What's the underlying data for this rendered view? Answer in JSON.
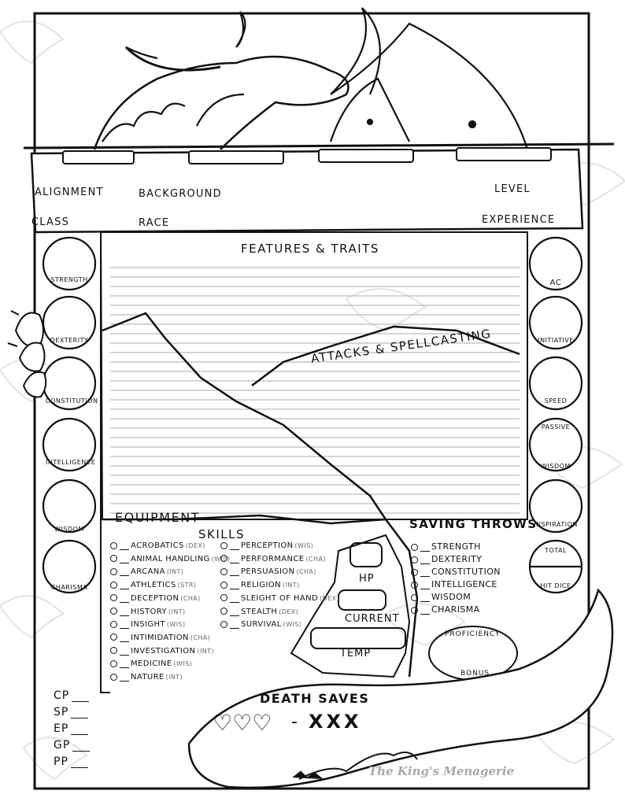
{
  "header": {
    "alignment": "ALIGNMENT",
    "background": "BACKGROUND",
    "level": "LEVEL",
    "class": "CLASS",
    "race": "RACE",
    "experience": "EXPERIENCE"
  },
  "sections": {
    "features": "FEATURES & TRAITS",
    "attacks": "ATTACKS & SPELLCASTING",
    "equipment": "EQUIPMENT",
    "skills": "SKILLS",
    "saving_throws": "SAVING THROWS",
    "death_saves": "DEATH SAVES"
  },
  "abilities": [
    "STRENGTH",
    "DEXTERITY",
    "CONSTITUTION",
    "INTELLIGENCE",
    "WISDOM",
    "CHARISMA"
  ],
  "combat": {
    "ac": "AC",
    "initiative": "INITIATIVE",
    "speed": "SPEED",
    "passive_top": "PASSIVE",
    "passive_bottom": "WISDOM",
    "inspiration": "INSPIRATION",
    "hit_dice_top": "TOTAL",
    "hit_dice_bottom": "HIT DICE"
  },
  "skills_left": [
    {
      "name": "ACROBATICS",
      "ab": "(DEX)"
    },
    {
      "name": "ANIMAL HANDLING",
      "ab": "(WIS)"
    },
    {
      "name": "ARCANA",
      "ab": "(INT)"
    },
    {
      "name": "ATHLETICS",
      "ab": "(STR)"
    },
    {
      "name": "DECEPTION",
      "ab": "(CHA)"
    },
    {
      "name": "HISTORY",
      "ab": "(INT)"
    },
    {
      "name": "INSIGHT",
      "ab": "(WIS)"
    },
    {
      "name": "INTIMIDATION",
      "ab": "(CHA)"
    },
    {
      "name": "INVESTIGATION",
      "ab": "(INT)"
    },
    {
      "name": "MEDICINE",
      "ab": "(WIS)"
    },
    {
      "name": "NATURE",
      "ab": "(INT)"
    }
  ],
  "skills_right": [
    {
      "name": "PERCEPTION",
      "ab": "(WIS)"
    },
    {
      "name": "PERFORMANCE",
      "ab": "(CHA)"
    },
    {
      "name": "PERSUASION",
      "ab": "(CHA)"
    },
    {
      "name": "RELIGION",
      "ab": "(INT)"
    },
    {
      "name": "SLEIGHT OF HAND",
      "ab": "(DEX)"
    },
    {
      "name": "STEALTH",
      "ab": "(DEX)"
    },
    {
      "name": "SURVIVAL",
      "ab": "(WIS)"
    }
  ],
  "saving_throws": [
    "STRENGTH",
    "DEXTERITY",
    "CONSTITUTION",
    "INTELLIGENCE",
    "WISDOM",
    "CHARISMA"
  ],
  "hp": {
    "label": "HP",
    "current": "CURRENT",
    "temp": "TEMP"
  },
  "proficiency": {
    "top": "PROFICIENCY",
    "bottom": "BONUS"
  },
  "death": {
    "successes": "♡♡♡",
    "separator": "-",
    "failures": "XXX"
  },
  "coins": [
    "CP",
    "SP",
    "EP",
    "GP",
    "PP"
  ],
  "watermark": "The King's Menagerie",
  "icons": {
    "dragon": "dragon-illustration",
    "claw": "claw-hand-illustration",
    "tail": "dragon-tail-illustration",
    "mountains": "mountain-landscape-illustration"
  }
}
